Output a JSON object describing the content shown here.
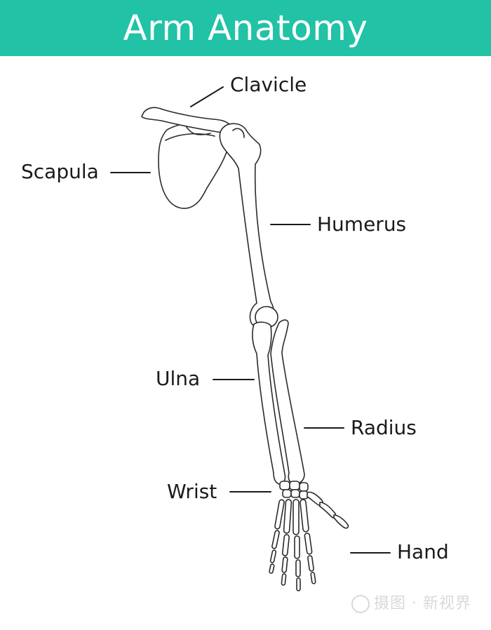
{
  "header": {
    "title": "Arm Anatomy",
    "background_color": "#21c2a6"
  },
  "labels": {
    "clavicle": "Clavicle",
    "scapula": "Scapula",
    "humerus": "Humerus",
    "ulna": "Ulna",
    "radius": "Radius",
    "wrist": "Wrist",
    "hand": "Hand"
  },
  "watermark": {
    "text": "摄图 · 新视界"
  },
  "colors": {
    "outline": "#2b2b2b",
    "leader_line": "#1a1a1a"
  }
}
